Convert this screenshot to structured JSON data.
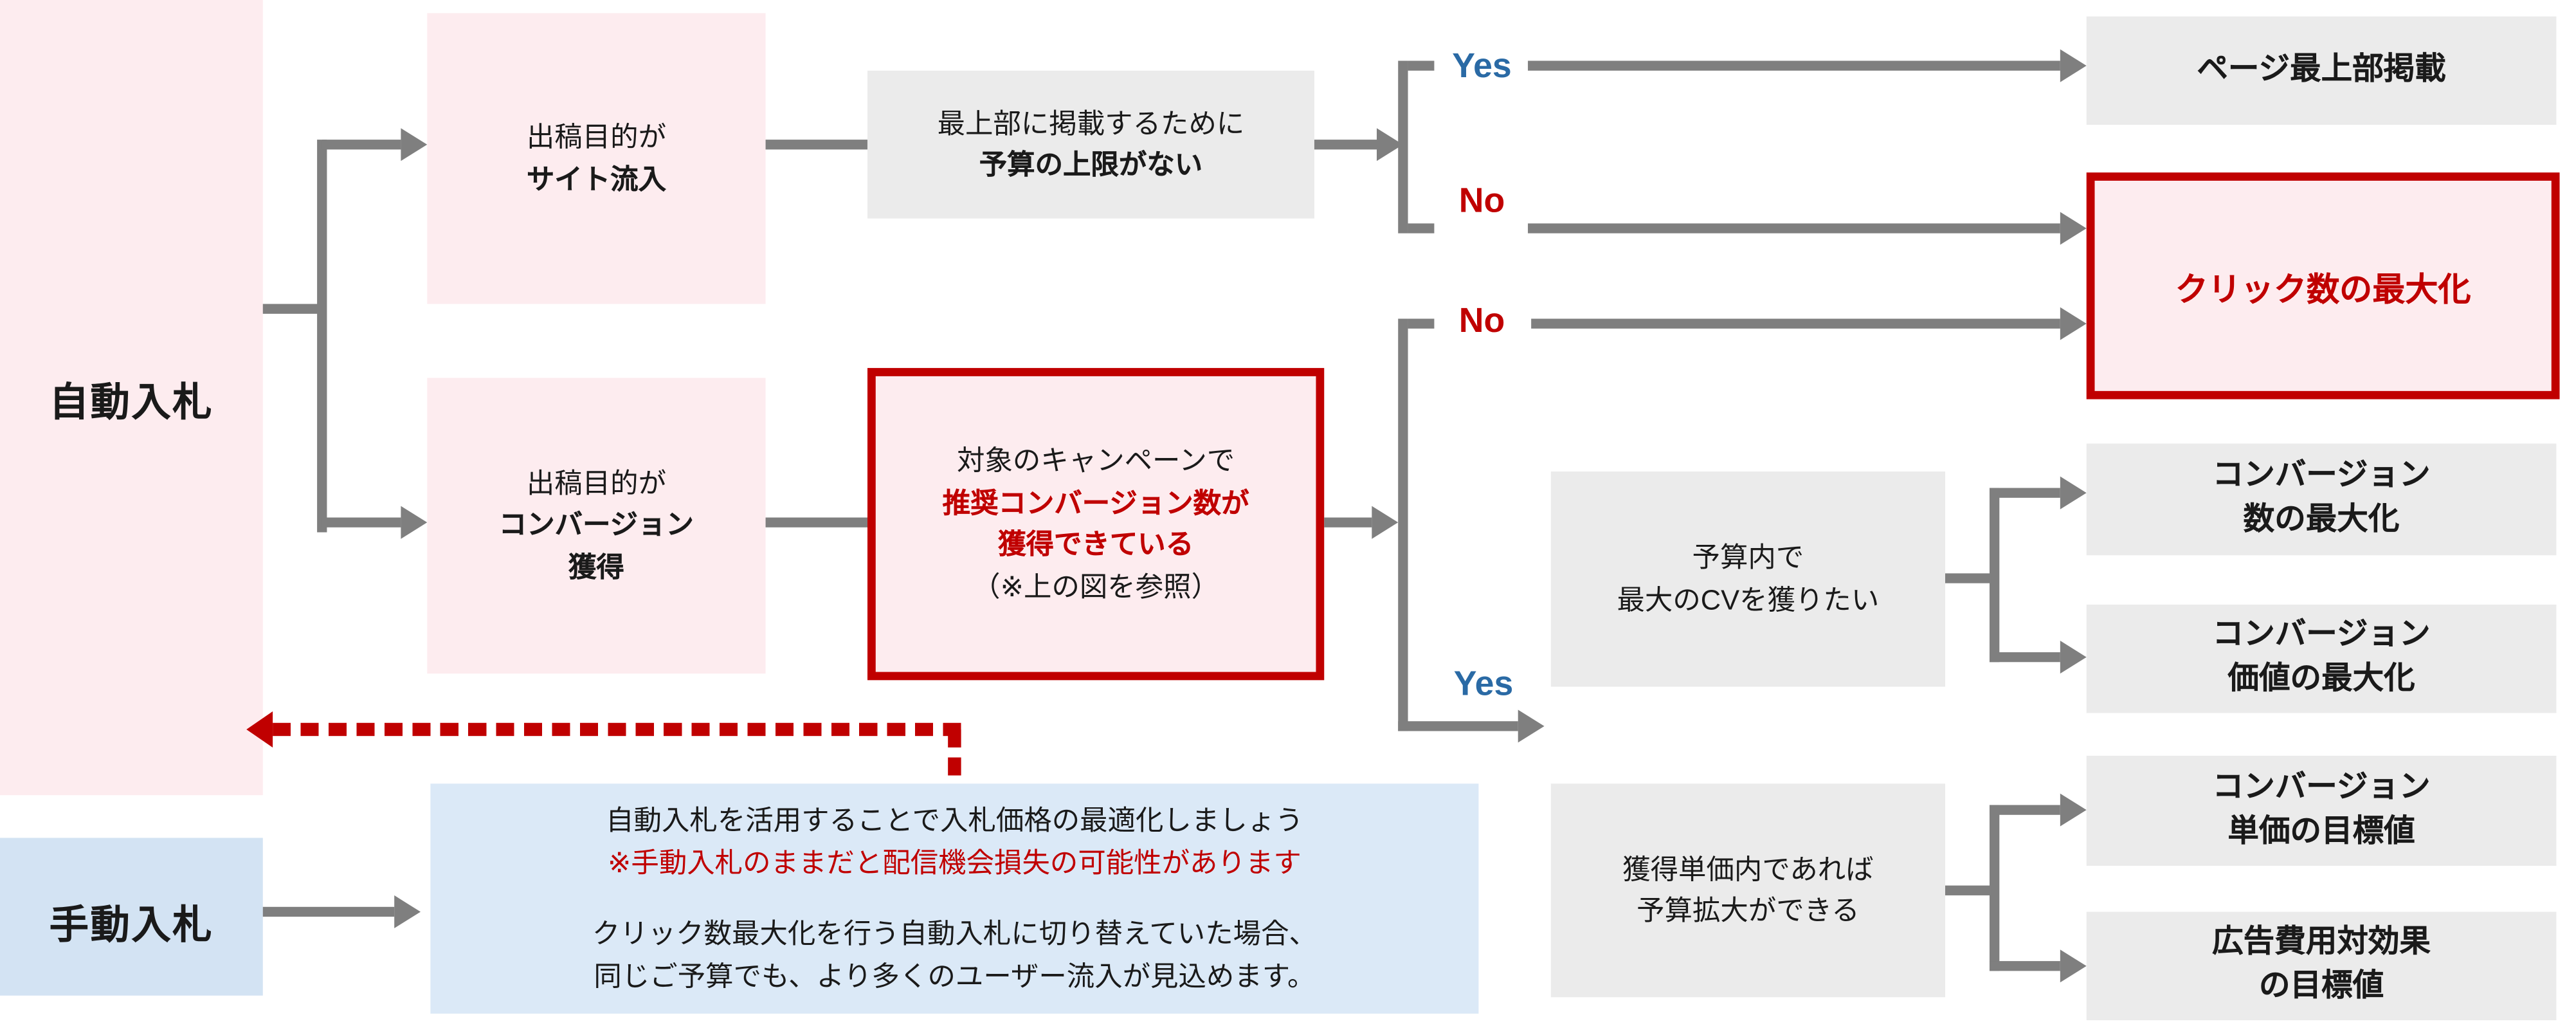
{
  "palette": {
    "pink_fill": "#fdecef",
    "gray_fill": "#ebebeb",
    "note_blue_fill": "#dbe9f7",
    "manual_blue_fill": "#d3e3f3",
    "accent_red": "#c00000",
    "yes_blue": "#2a6aa5",
    "connector_gray": "#7f7f7f",
    "text_black": "#1a1a1a"
  },
  "auto_column": {
    "label": "自動入札"
  },
  "manual": {
    "label": "手動入札"
  },
  "boxes": {
    "purpose_site": {
      "line1": "出稿目的が",
      "line2": "サイト流入"
    },
    "top_budget": {
      "line1": "最上部に掲載するために",
      "line2": "予算の上限がない"
    },
    "purpose_cv": {
      "line1": "出稿目的が",
      "line2": "コンバージョン",
      "line3": "獲得"
    },
    "campaign_cv": {
      "line1": "対象のキャンペーンで",
      "line2": "推奨コンバージョン数が",
      "line3": "獲得できている",
      "line4": "（※上の図を参照）"
    },
    "budget_cv": {
      "line1": "予算内で",
      "line2": "最大のCVを獲りたい"
    },
    "cpa_budget": {
      "line1": "獲得単価内であれば",
      "line2": "予算拡大ができる"
    }
  },
  "labels": {
    "yes1": "Yes",
    "no1": "No",
    "no2": "No",
    "yes2": "Yes"
  },
  "results": {
    "top_of_page": "ページ最上部掲載",
    "max_clicks": "クリック数の最大化",
    "max_cv": {
      "line1": "コンバージョン",
      "line2": "数の最大化"
    },
    "max_cv_value": {
      "line1": "コンバージョン",
      "line2": "価値の最大化"
    },
    "target_cpa": {
      "line1": "コンバージョン",
      "line2": "単価の目標値"
    },
    "target_roas": {
      "line1": "広告費用対効果",
      "line2": "の目標値"
    }
  },
  "note": {
    "line1": "自動入札を活用することで入札価格の最適化しましょう",
    "line2": "※手動入札のままだと配信機会損失の可能性があります",
    "line3": "クリック数最大化を行う自動入札に切り替えていた場合、",
    "line4": "同じご予算でも、より多くのユーザー流入が見込めます。"
  }
}
